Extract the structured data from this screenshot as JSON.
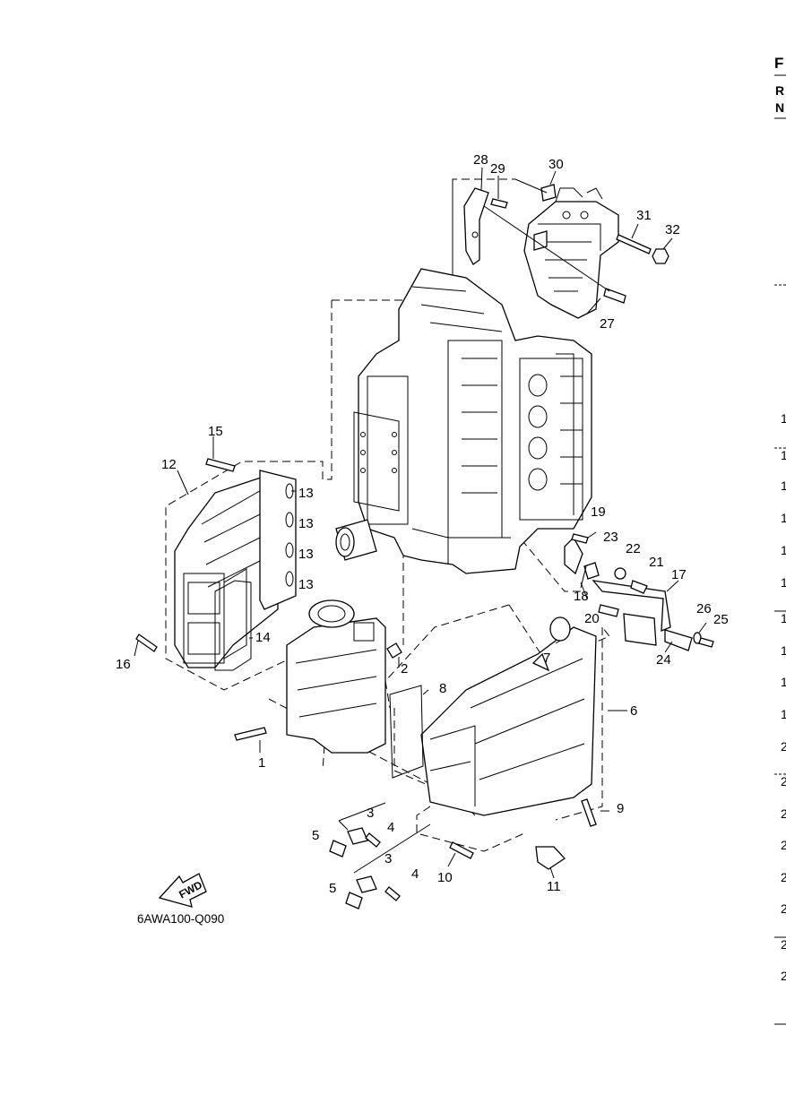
{
  "diagram_code": "6AWA100-Q090",
  "fwd_label": "FWD",
  "right_edge": {
    "header": [
      "F",
      "R",
      "N"
    ],
    "column_numbers": [
      "1",
      "1",
      "1",
      "1",
      "1",
      "1",
      "1",
      "1",
      "1",
      "1",
      "2",
      "2",
      "2",
      "2",
      "2",
      "2",
      "2",
      "2"
    ]
  },
  "callouts": [
    {
      "id": "part-1",
      "label": "1"
    },
    {
      "id": "part-2",
      "label": "2"
    },
    {
      "id": "part-3a",
      "label": "3"
    },
    {
      "id": "part-3b",
      "label": "3"
    },
    {
      "id": "part-4a",
      "label": "4"
    },
    {
      "id": "part-4b",
      "label": "4"
    },
    {
      "id": "part-5a",
      "label": "5"
    },
    {
      "id": "part-5b",
      "label": "5"
    },
    {
      "id": "part-6",
      "label": "6"
    },
    {
      "id": "part-7",
      "label": "7"
    },
    {
      "id": "part-8",
      "label": "8"
    },
    {
      "id": "part-9",
      "label": "9"
    },
    {
      "id": "part-10",
      "label": "10"
    },
    {
      "id": "part-11",
      "label": "11"
    },
    {
      "id": "part-12",
      "label": "12"
    },
    {
      "id": "part-13a",
      "label": "13"
    },
    {
      "id": "part-13b",
      "label": "13"
    },
    {
      "id": "part-13c",
      "label": "13"
    },
    {
      "id": "part-13d",
      "label": "13"
    },
    {
      "id": "part-14",
      "label": "14"
    },
    {
      "id": "part-15",
      "label": "15"
    },
    {
      "id": "part-16",
      "label": "16"
    },
    {
      "id": "part-17",
      "label": "17"
    },
    {
      "id": "part-18",
      "label": "18"
    },
    {
      "id": "part-19",
      "label": "19"
    },
    {
      "id": "part-20",
      "label": "20"
    },
    {
      "id": "part-21",
      "label": "21"
    },
    {
      "id": "part-22",
      "label": "22"
    },
    {
      "id": "part-23",
      "label": "23"
    },
    {
      "id": "part-24",
      "label": "24"
    },
    {
      "id": "part-25",
      "label": "25"
    },
    {
      "id": "part-26",
      "label": "26"
    },
    {
      "id": "part-27",
      "label": "27"
    },
    {
      "id": "part-28",
      "label": "28"
    },
    {
      "id": "part-29",
      "label": "29"
    },
    {
      "id": "part-30",
      "label": "30"
    },
    {
      "id": "part-31",
      "label": "31"
    },
    {
      "id": "part-32",
      "label": "32"
    }
  ]
}
